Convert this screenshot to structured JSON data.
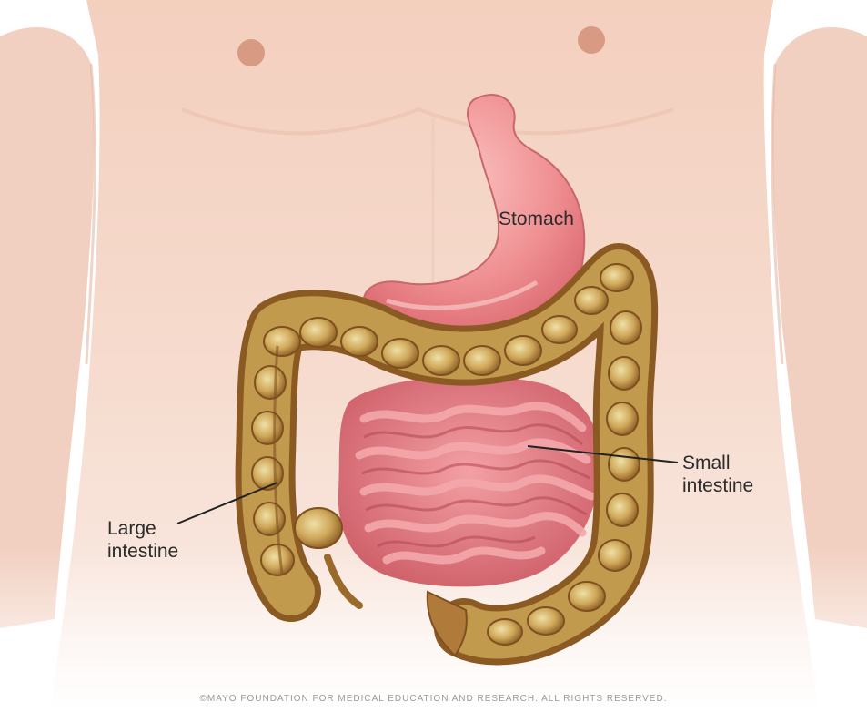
{
  "labels": {
    "stomach": "Stomach",
    "small_intestine": [
      "Small",
      "intestine"
    ],
    "large_intestine": [
      "Large",
      "intestine"
    ]
  },
  "copyright": "©MAYO FOUNDATION FOR MEDICAL EDUCATION AND RESEARCH. ALL RIGHTS RESERVED.",
  "colors": {
    "skin": "#f3d3c2",
    "stomach": "#ee8a90",
    "small_intestine": "#e9848c",
    "large_intestine": "#b78a3e",
    "background": "#ffffff"
  }
}
